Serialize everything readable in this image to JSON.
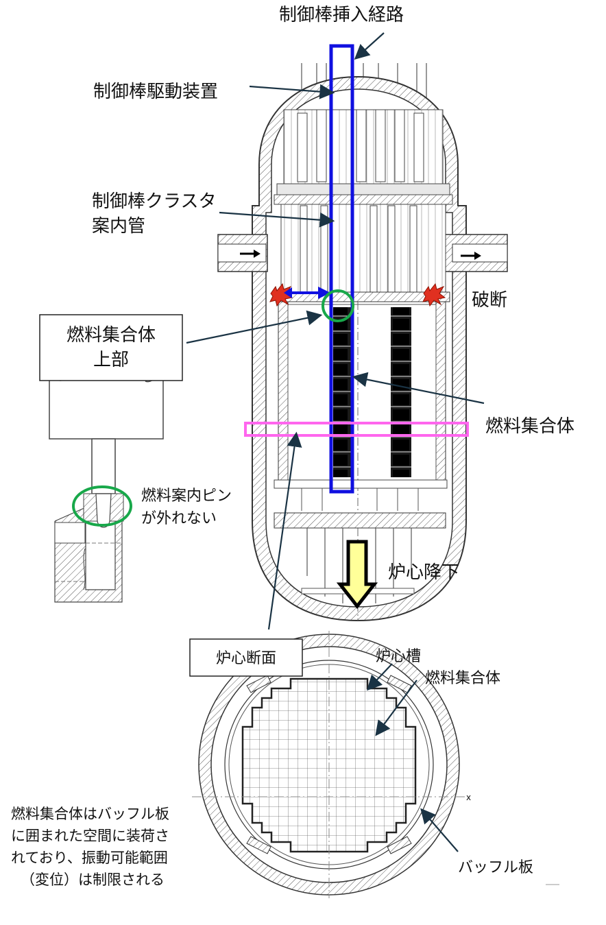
{
  "labels": {
    "insertion_path": "制御棒挿入経路",
    "drive_mechanism": "制御棒駆動装置",
    "cluster_guide_line1": "制御棒クラスタ",
    "cluster_guide_line2": "案内管",
    "rupture": "破断",
    "fuel_assembly": "燃料集合体",
    "fuel_top_line1": "燃料集合体",
    "fuel_top_line2": "上部",
    "guide_pin_line1": "燃料案内ピン",
    "guide_pin_line2": "が外れない",
    "core_drop": "炉心降下",
    "core_section": "炉心断面",
    "core_barrel": "炉心槽",
    "section_fuel_assembly": "燃料集合体",
    "baffle_plate": "バッフル板",
    "axis_x": "x",
    "note_line1": "燃料集合体はバッフル板",
    "note_line2": "に囲まれた空間に装荷さ",
    "note_line3": "れており、振動可能範囲",
    "note_line4": "（変位）は制限される"
  },
  "colors": {
    "insertion_path": "#1010e0",
    "guide_pin_circle": "#18a84a",
    "section_band": "#ff66ee",
    "arrow_fill": "#ffff99",
    "burst": "#e03020",
    "leader": "#1a3344"
  }
}
